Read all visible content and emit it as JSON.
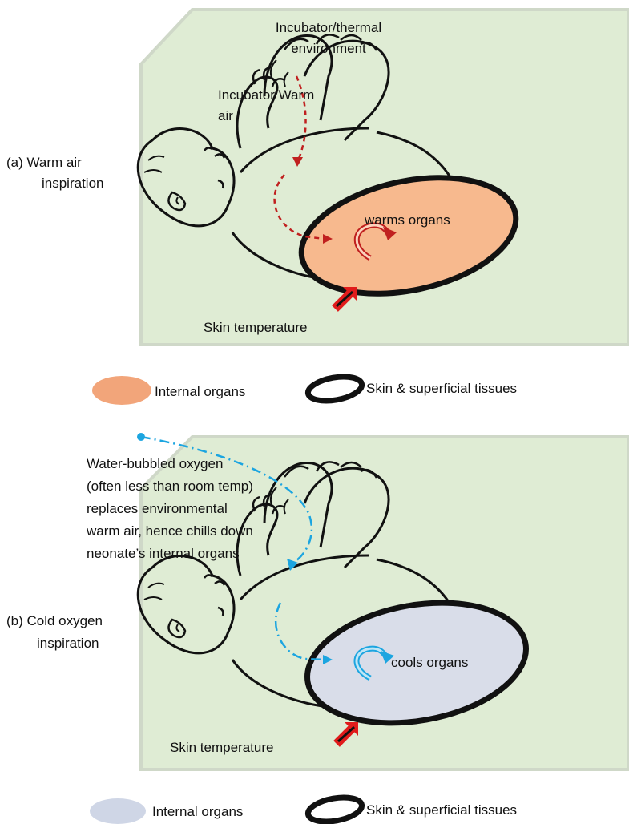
{
  "panel_a": {
    "side_label": [
      "(a)  Warm air",
      "inspiration"
    ],
    "env_label": [
      "Incubator/thermal",
      "environment"
    ],
    "air_label": [
      "Incubator Warm",
      "air"
    ],
    "organ_label": "warms organs",
    "skin_label": "Skin temperature",
    "colors": {
      "organ_fill": "#f7b98e",
      "flow": "#c0201f",
      "panel_bg": "#dfecd4"
    }
  },
  "legend_a": {
    "organs": "Internal organs",
    "skin": "Skin & superficial tissues",
    "organ_color": "#f2a57a"
  },
  "panel_b": {
    "side_label": [
      "(b)  Cold oxygen",
      "inspiration"
    ],
    "oxygen_label": [
      "Water-bubbled oxygen",
      "(often less than room temp)",
      "replaces environmental",
      "warm air, hence chills down",
      "neonate’s internal organs"
    ],
    "organ_label": "cools organs",
    "skin_label": "Skin temperature",
    "colors": {
      "organ_fill": "#d9dde9",
      "flow": "#1ca5e0",
      "panel_bg": "#dfecd4"
    }
  },
  "legend_b": {
    "organs": "Internal organs",
    "skin": "Skin & superficial tissues",
    "organ_color": "#cfd6e6"
  },
  "icons": [
    "baby-outline-icon",
    "inflow-arrow-icon",
    "circular-arrow-icon",
    "skin-ring-icon"
  ]
}
